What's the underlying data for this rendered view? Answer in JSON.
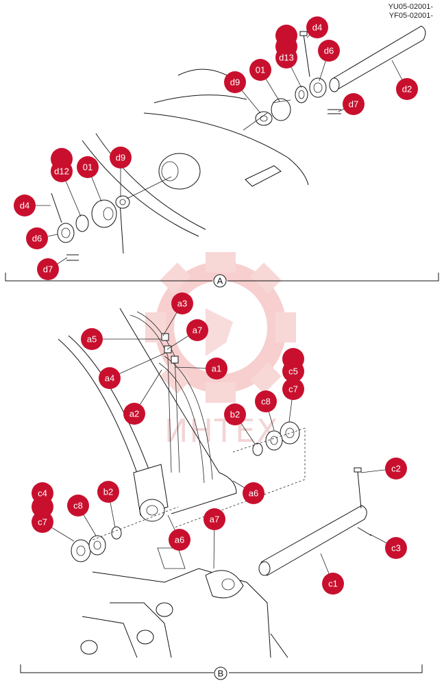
{
  "header": {
    "code1": "YU05-02001-",
    "code2": "YF05-02001-"
  },
  "sections": {
    "a": "A",
    "b": "B"
  },
  "watermark": {
    "text": "ИНТЕХ",
    "color": "#e05555"
  },
  "callout_color": "#c8102e",
  "callouts": [
    {
      "id": "d4-top",
      "label": "d4"
    },
    {
      "id": "d6-top",
      "label": "d6"
    },
    {
      "id": "d13-top",
      "label": "d13"
    },
    {
      "id": "o1-top",
      "label": "01"
    },
    {
      "id": "d9-top",
      "label": "d9"
    },
    {
      "id": "d7-top",
      "label": "d7"
    },
    {
      "id": "d2",
      "label": "d2"
    },
    {
      "id": "d12-left",
      "label": "d12"
    },
    {
      "id": "o1-left",
      "label": "01"
    },
    {
      "id": "d9-left",
      "label": "d9"
    },
    {
      "id": "d4-left",
      "label": "d4"
    },
    {
      "id": "d6-left",
      "label": "d6"
    },
    {
      "id": "d7-left",
      "label": "d7"
    },
    {
      "id": "a3",
      "label": "a3"
    },
    {
      "id": "a5",
      "label": "a5"
    },
    {
      "id": "a7-top",
      "label": "a7"
    },
    {
      "id": "a1",
      "label": "a1"
    },
    {
      "id": "a4",
      "label": "a4"
    },
    {
      "id": "a2",
      "label": "a2"
    },
    {
      "id": "c5",
      "label": "c5"
    },
    {
      "id": "c7-right",
      "label": "c7"
    },
    {
      "id": "c8-right",
      "label": "c8"
    },
    {
      "id": "b2-right",
      "label": "b2"
    },
    {
      "id": "a6-right",
      "label": "a6"
    },
    {
      "id": "a7-bottom",
      "label": "a7"
    },
    {
      "id": "c4",
      "label": "c4"
    },
    {
      "id": "c7-left",
      "label": "c7"
    },
    {
      "id": "c8-left",
      "label": "c8"
    },
    {
      "id": "b2-left",
      "label": "b2"
    },
    {
      "id": "a6-bottom",
      "label": "a6"
    },
    {
      "id": "c2",
      "label": "c2"
    },
    {
      "id": "c3",
      "label": "c3"
    },
    {
      "id": "c1",
      "label": "c1"
    }
  ]
}
